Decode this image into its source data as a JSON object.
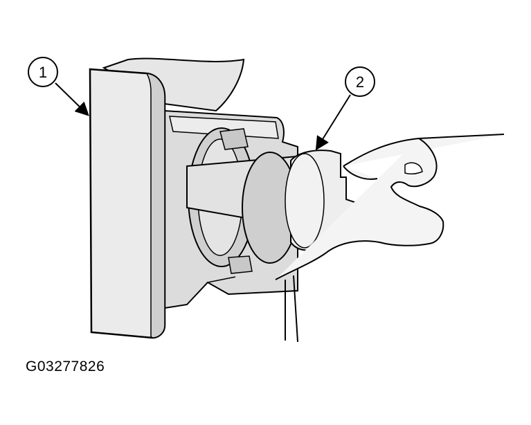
{
  "callouts": [
    {
      "label": "1"
    },
    {
      "label": "2"
    }
  ],
  "figure_code": "G03277826",
  "colors": {
    "stroke": "#000000",
    "fill_light": "#ebebeb",
    "fill_mid": "#dcdcdc",
    "fill_dark": "#c8c8c8",
    "background": "#ffffff"
  }
}
